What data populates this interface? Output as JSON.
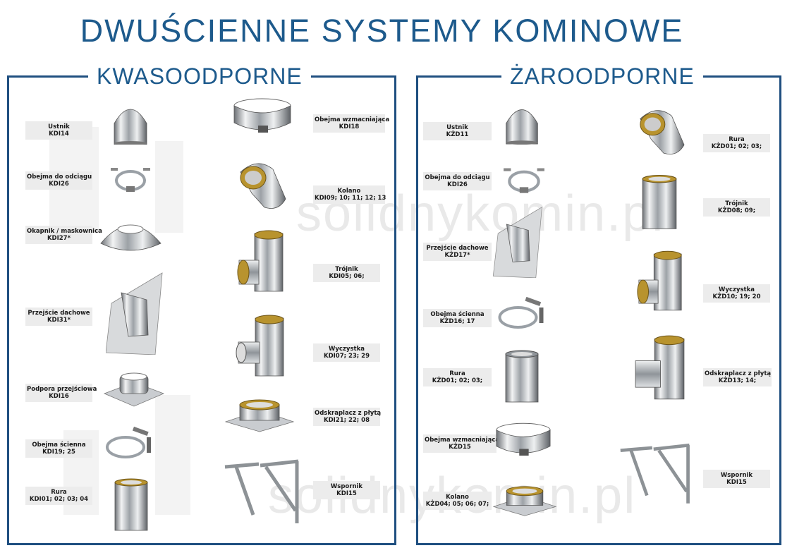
{
  "title": "DWUŚCIENNE SYSTEMY KOMINOWE",
  "watermark": "solidnykomin.pl",
  "colors": {
    "brand": "#1d5a8c",
    "frame": "#1f4f80",
    "label_bg": "#ececec",
    "steel": "#c9ccd0",
    "brass": "#b8932e"
  },
  "left": {
    "heading": "KWASOODPORNE",
    "items": [
      {
        "name": "Ustnik",
        "code": "KDI14"
      },
      {
        "name": "Obejma do odciągu",
        "code": "KDI26"
      },
      {
        "name": "Okapnik / maskownica",
        "code": "KDI27*"
      },
      {
        "name": "Przejście dachowe",
        "code": "KDI31*"
      },
      {
        "name": "Podpora przejściowa",
        "code": "KDI16"
      },
      {
        "name": "Obejma ścienna",
        "code": "KDI19; 25"
      },
      {
        "name": "Rura",
        "code": "KDI01; 02; 03; 04"
      },
      {
        "name": "Obejma wzmacniająca",
        "code": "KDI18"
      },
      {
        "name": "Kolano",
        "code": "KDI09; 10; 11; 12; 13"
      },
      {
        "name": "Trójnik",
        "code": "KDI05; 06;"
      },
      {
        "name": "Wyczystka",
        "code": "KDI07; 23; 29"
      },
      {
        "name": "Odskraplacz z płytą",
        "code": "KDI21; 22; 08"
      },
      {
        "name": "Wspornik",
        "code": "KDI15"
      }
    ]
  },
  "right": {
    "heading": "ŻAROODPORNE",
    "items": [
      {
        "name": "Ustnik",
        "code": "KŻD11"
      },
      {
        "name": "Obejma do odciągu",
        "code": "KDI26"
      },
      {
        "name": "Przejście dachowe",
        "code": "KŻD17*"
      },
      {
        "name": "Obejma ścienna",
        "code": "KŻD16; 17"
      },
      {
        "name": "Rura",
        "code": "KŻD01; 02; 03;"
      },
      {
        "name": "Obejma wzmacniająca",
        "code": "KŻD15"
      },
      {
        "name": "Kolano",
        "code": "KŻD04; 05; 06; 07;"
      },
      {
        "name": "Rura",
        "code": "KŻD01; 02; 03;"
      },
      {
        "name": "Trójnik",
        "code": "KŻD08; 09;"
      },
      {
        "name": "Wyczystka",
        "code": "KŻD10; 19; 20"
      },
      {
        "name": "Odskraplacz z płytą",
        "code": "KŻD13; 14;"
      },
      {
        "name": "Wspornik",
        "code": "KDI15"
      }
    ]
  }
}
